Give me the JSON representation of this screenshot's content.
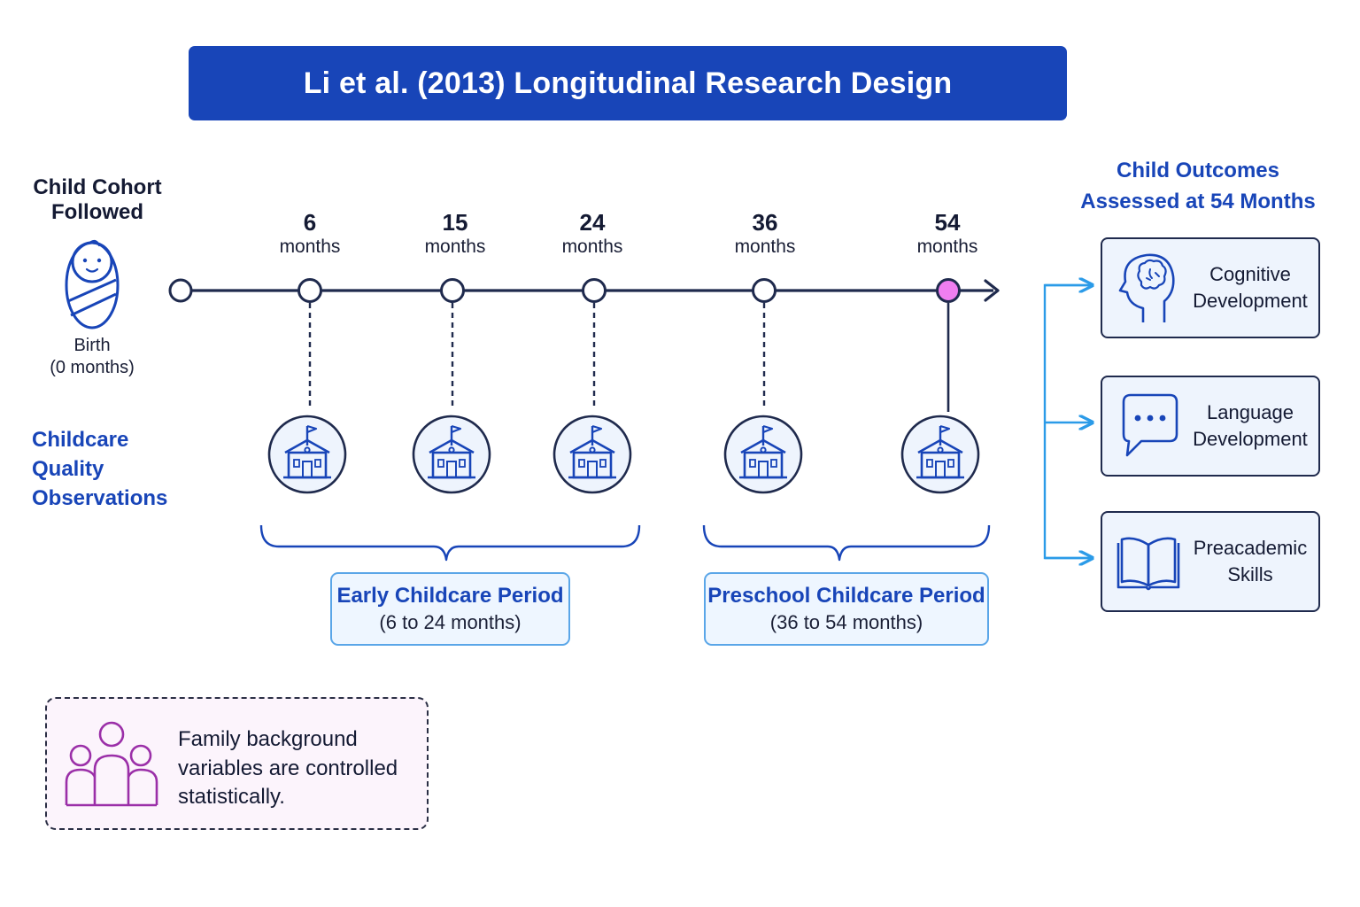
{
  "title": "Li et al. (2013) Longitudinal Research Design",
  "cohort": {
    "title_line1": "Child Cohort",
    "title_line2": "Followed",
    "start_line1": "Birth",
    "start_line2": "(0 months)",
    "icon": "baby-icon"
  },
  "timepoints": [
    {
      "value": "6",
      "unit": "months"
    },
    {
      "value": "15",
      "unit": "months"
    },
    {
      "value": "24",
      "unit": "months"
    },
    {
      "value": "36",
      "unit": "months"
    },
    {
      "value": "54",
      "unit": "months"
    }
  ],
  "observations": {
    "label_line1": "Childcare Quality",
    "label_line2": "Observations",
    "icon": "school-icon"
  },
  "periods": [
    {
      "name": "Early Childcare Period",
      "range": "(6 to 24 months)"
    },
    {
      "name": "Preschool Childcare Period",
      "range": "(36 to 54 months)"
    }
  ],
  "outcomes": {
    "title_line1": "Child Outcomes",
    "title_line2": "Assessed at 54 Months",
    "items": [
      {
        "line1": "Cognitive",
        "line2": "Development",
        "icon": "brain-head-icon"
      },
      {
        "line1": "Language",
        "line2": "Development",
        "icon": "speech-bubble-icon"
      },
      {
        "line1": "Preacademic",
        "line2": "Skills",
        "icon": "open-book-icon"
      }
    ]
  },
  "note": {
    "line1": "Family background",
    "line2": "variables are controlled",
    "line3": "statistically.",
    "icon": "family-icon"
  },
  "colors": {
    "primary_blue": "#1845b8",
    "light_blue": "#5aa6e8",
    "arrow_blue": "#2b9be8",
    "dark_navy": "#1f2a4d",
    "highlight_pink": "#f07ef0",
    "family_purple": "#9b2fa8"
  }
}
